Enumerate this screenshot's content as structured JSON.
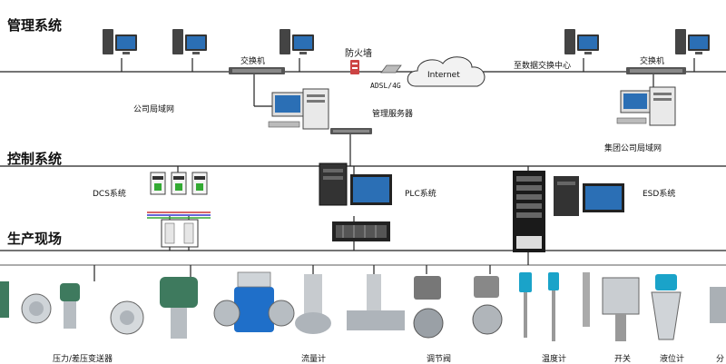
{
  "sections": {
    "management": "管理系统",
    "control": "控制系统",
    "field": "生产现场"
  },
  "network": {
    "switch_left": "交换机",
    "switch_right": "交换机",
    "firewall": "防火墙",
    "adsl": "ADSL/4G",
    "internet": "Internet",
    "data_center": "至数据交换中心",
    "company_lan": "公司局域网",
    "mgmt_server": "管理服务器",
    "group_lan": "集团公司局域网"
  },
  "control": {
    "dcs": "DCS系统",
    "plc": "PLC系统",
    "esd": "ESD系统"
  },
  "instruments": [
    {
      "label": "压力/差压变送器"
    },
    {
      "label": "流量计"
    },
    {
      "label": "调节阀"
    },
    {
      "label": "温度计"
    },
    {
      "label": "开关"
    },
    {
      "label": "液位计"
    },
    {
      "label": "分"
    }
  ],
  "colors": {
    "line": "#222222",
    "monitor_screen": "#2b6fb5",
    "internet_cloud": "#f2f2f2",
    "flowmeter_blue": "#1f6fc9",
    "transmitter_green": "#3e7a5e"
  }
}
